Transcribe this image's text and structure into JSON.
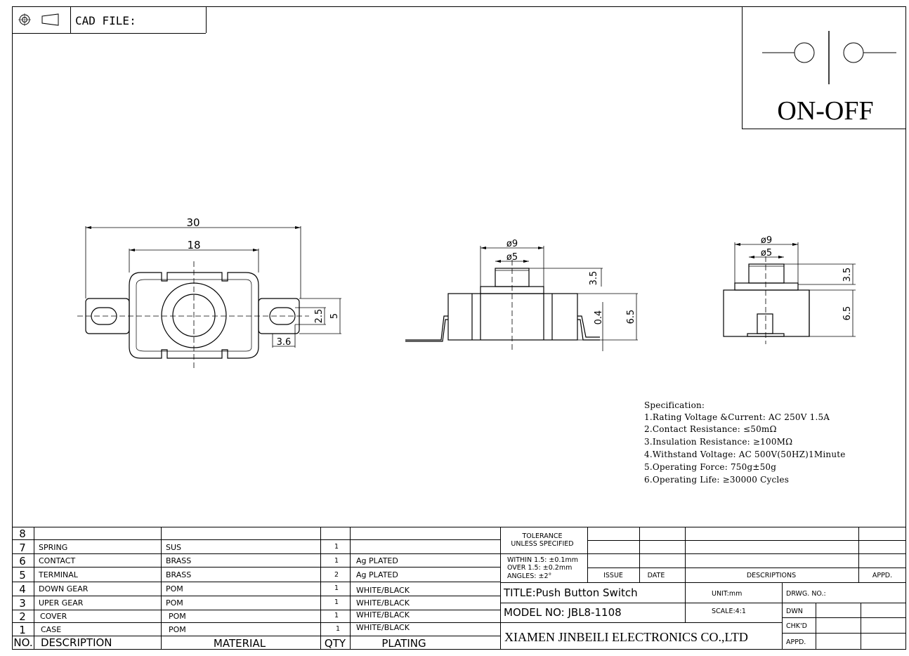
{
  "header": {
    "cad_label": "CAD FILE:",
    "symbol_caption": "ON-OFF"
  },
  "dimensions": {
    "front_width_total": "30",
    "front_width_body": "18",
    "front_slot_height": "2.5",
    "front_tab_height": "5",
    "front_tab_width": "3.6",
    "side_cap_outer": "ø9",
    "side_cap_inner": "ø5",
    "side_cap_height": "3.5",
    "side_body_height": "6.5",
    "side_tab_thickness": "0.4",
    "end_cap_outer": "ø9",
    "end_cap_inner": "ø5",
    "end_cap_height": "3.5",
    "end_body_height": "6.5"
  },
  "specification": {
    "title": "Specification:",
    "lines": [
      "1.Rating Voltage &Current: AC 250V 1.5A",
      "2.Contact Resistance: ≤50mΩ",
      "3.Insulation Resistance: ≥100MΩ",
      "4.Withstand Voltage: AC 500V(50HZ)1Minute",
      "5.Operating Force: 750g±50g",
      "6.Operating Life: ≥30000 Cycles"
    ]
  },
  "bom": {
    "headers": {
      "no": "NO.",
      "description": "DESCRIPTION",
      "material": "MATERIAL",
      "qty": "QTY",
      "plating": "PLATING"
    },
    "rows": [
      {
        "no": "8",
        "description": "",
        "material": "",
        "qty": "",
        "plating": ""
      },
      {
        "no": "7",
        "description": "SPRING",
        "material": "SUS",
        "qty": "1",
        "plating": ""
      },
      {
        "no": "6",
        "description": "CONTACT",
        "material": "BRASS",
        "qty": "1",
        "plating": "Ag PLATED"
      },
      {
        "no": "5",
        "description": "TERMINAL",
        "material": "BRASS",
        "qty": "2",
        "plating": "Ag PLATED"
      },
      {
        "no": "4",
        "description": "DOWN GEAR",
        "material": "POM",
        "qty": "1",
        "plating": "WHITE/BLACK"
      },
      {
        "no": "3",
        "description": "UPER GEAR",
        "material": "POM",
        "qty": "1",
        "plating": "WHITE/BLACK"
      },
      {
        "no": "2",
        "description": "COVER",
        "material": "POM",
        "qty": "1",
        "plating": "WHITE/BLACK"
      },
      {
        "no": "1",
        "description": "CASE",
        "material": "POM",
        "qty": "1",
        "plating": "WHITE/BLACK"
      }
    ]
  },
  "title_block": {
    "tolerance_line1": "TOLERANCE",
    "tolerance_line2": "UNLESS SPECIFIED",
    "within": "WITHIN 1.5: ±0.1mm",
    "over": "OVER 1.5: ±0.2mm",
    "angles": "ANGLES: ±2°",
    "issue": "ISSUE",
    "date": "DATE",
    "descriptions": "DESCRIPTIONS",
    "appd": "APPD.",
    "title": "TITLE:Push Button Switch",
    "unit": "UNIT:mm",
    "drwg_no": "DRWG. NO.:",
    "model": "MODEL NO: JBL8-1108",
    "scale": "SCALE:4:1",
    "dwn": "DWN",
    "chkd": "CHK'D",
    "appd2": "APPD.",
    "company": "XIAMEN JINBEILI ELECTRONICS CO.,LTD"
  }
}
